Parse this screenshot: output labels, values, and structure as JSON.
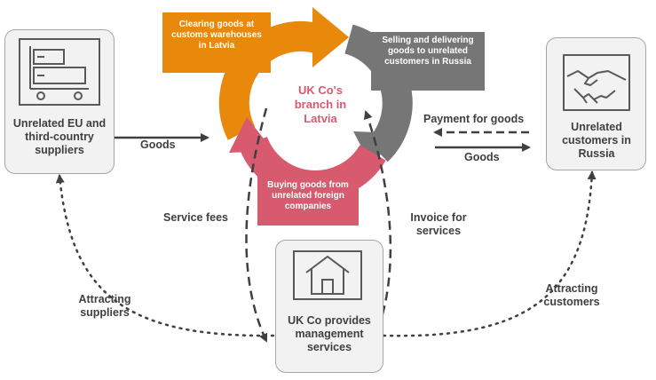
{
  "center": {
    "label": "UK Co's branch in Latvia"
  },
  "cycle": {
    "clearing": "Clearing goods at customs warehouses in Latvia",
    "selling": "Selling and delivering goods to unrelated customers in Russia",
    "buying": "Buying goods from unrelated foreign companies"
  },
  "suppliers": {
    "label": "Unrelated EU and third-country suppliers",
    "icon": "warehouse-cart-icon"
  },
  "customers": {
    "label": "Unrelated customers in Russia",
    "icon": "handshake-icon"
  },
  "ukco": {
    "label": "UK Co provides management services",
    "icon": "house-icon"
  },
  "flows": {
    "goods_in": "Goods",
    "payment": "Payment for goods",
    "goods_out": "Goods",
    "service_fees": "Service fees",
    "invoice": "Invoice for services",
    "attracting_suppliers": "Attracting suppliers",
    "attracting_customers": "Attracting customers"
  },
  "colors": {
    "orange": "#e8890c",
    "gray": "#767676",
    "pink": "#d85a6f",
    "box_fill": "#f2f2f2",
    "box_border": "#a6a6a6",
    "text": "#404040"
  }
}
